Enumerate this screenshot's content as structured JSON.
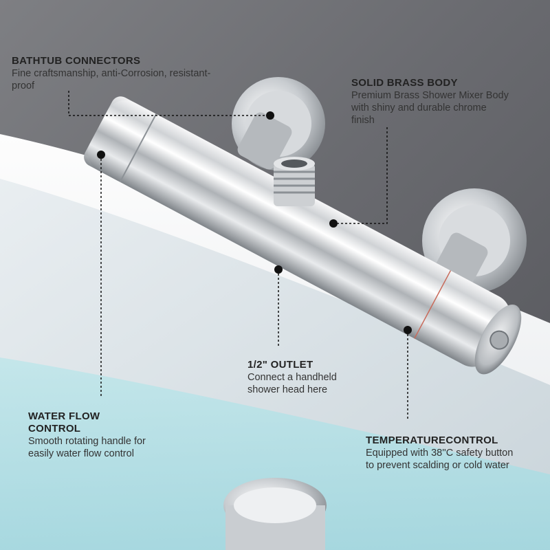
{
  "callouts": {
    "bathtub": {
      "title": "BATHTUB CONNECTORS",
      "desc": "Fine craftsmanship, anti-Corrosion, resistant-proof"
    },
    "brass": {
      "title": "SOLID BRASS BODY",
      "desc": "Premium Brass Shower Mixer Body with shiny and durable chrome finish"
    },
    "outlet": {
      "title": "1/2\" OUTLET",
      "desc": "Connect a handheld shower head here"
    },
    "waterflow": {
      "title": "WATER FLOW CONTROL",
      "desc": "Smooth rotating handle for easily water flow control"
    },
    "temperature": {
      "title": "TEMPERATURECONTROL",
      "desc": "Equipped with 38''C safety button to prevent scalding or cold water"
    }
  }
}
